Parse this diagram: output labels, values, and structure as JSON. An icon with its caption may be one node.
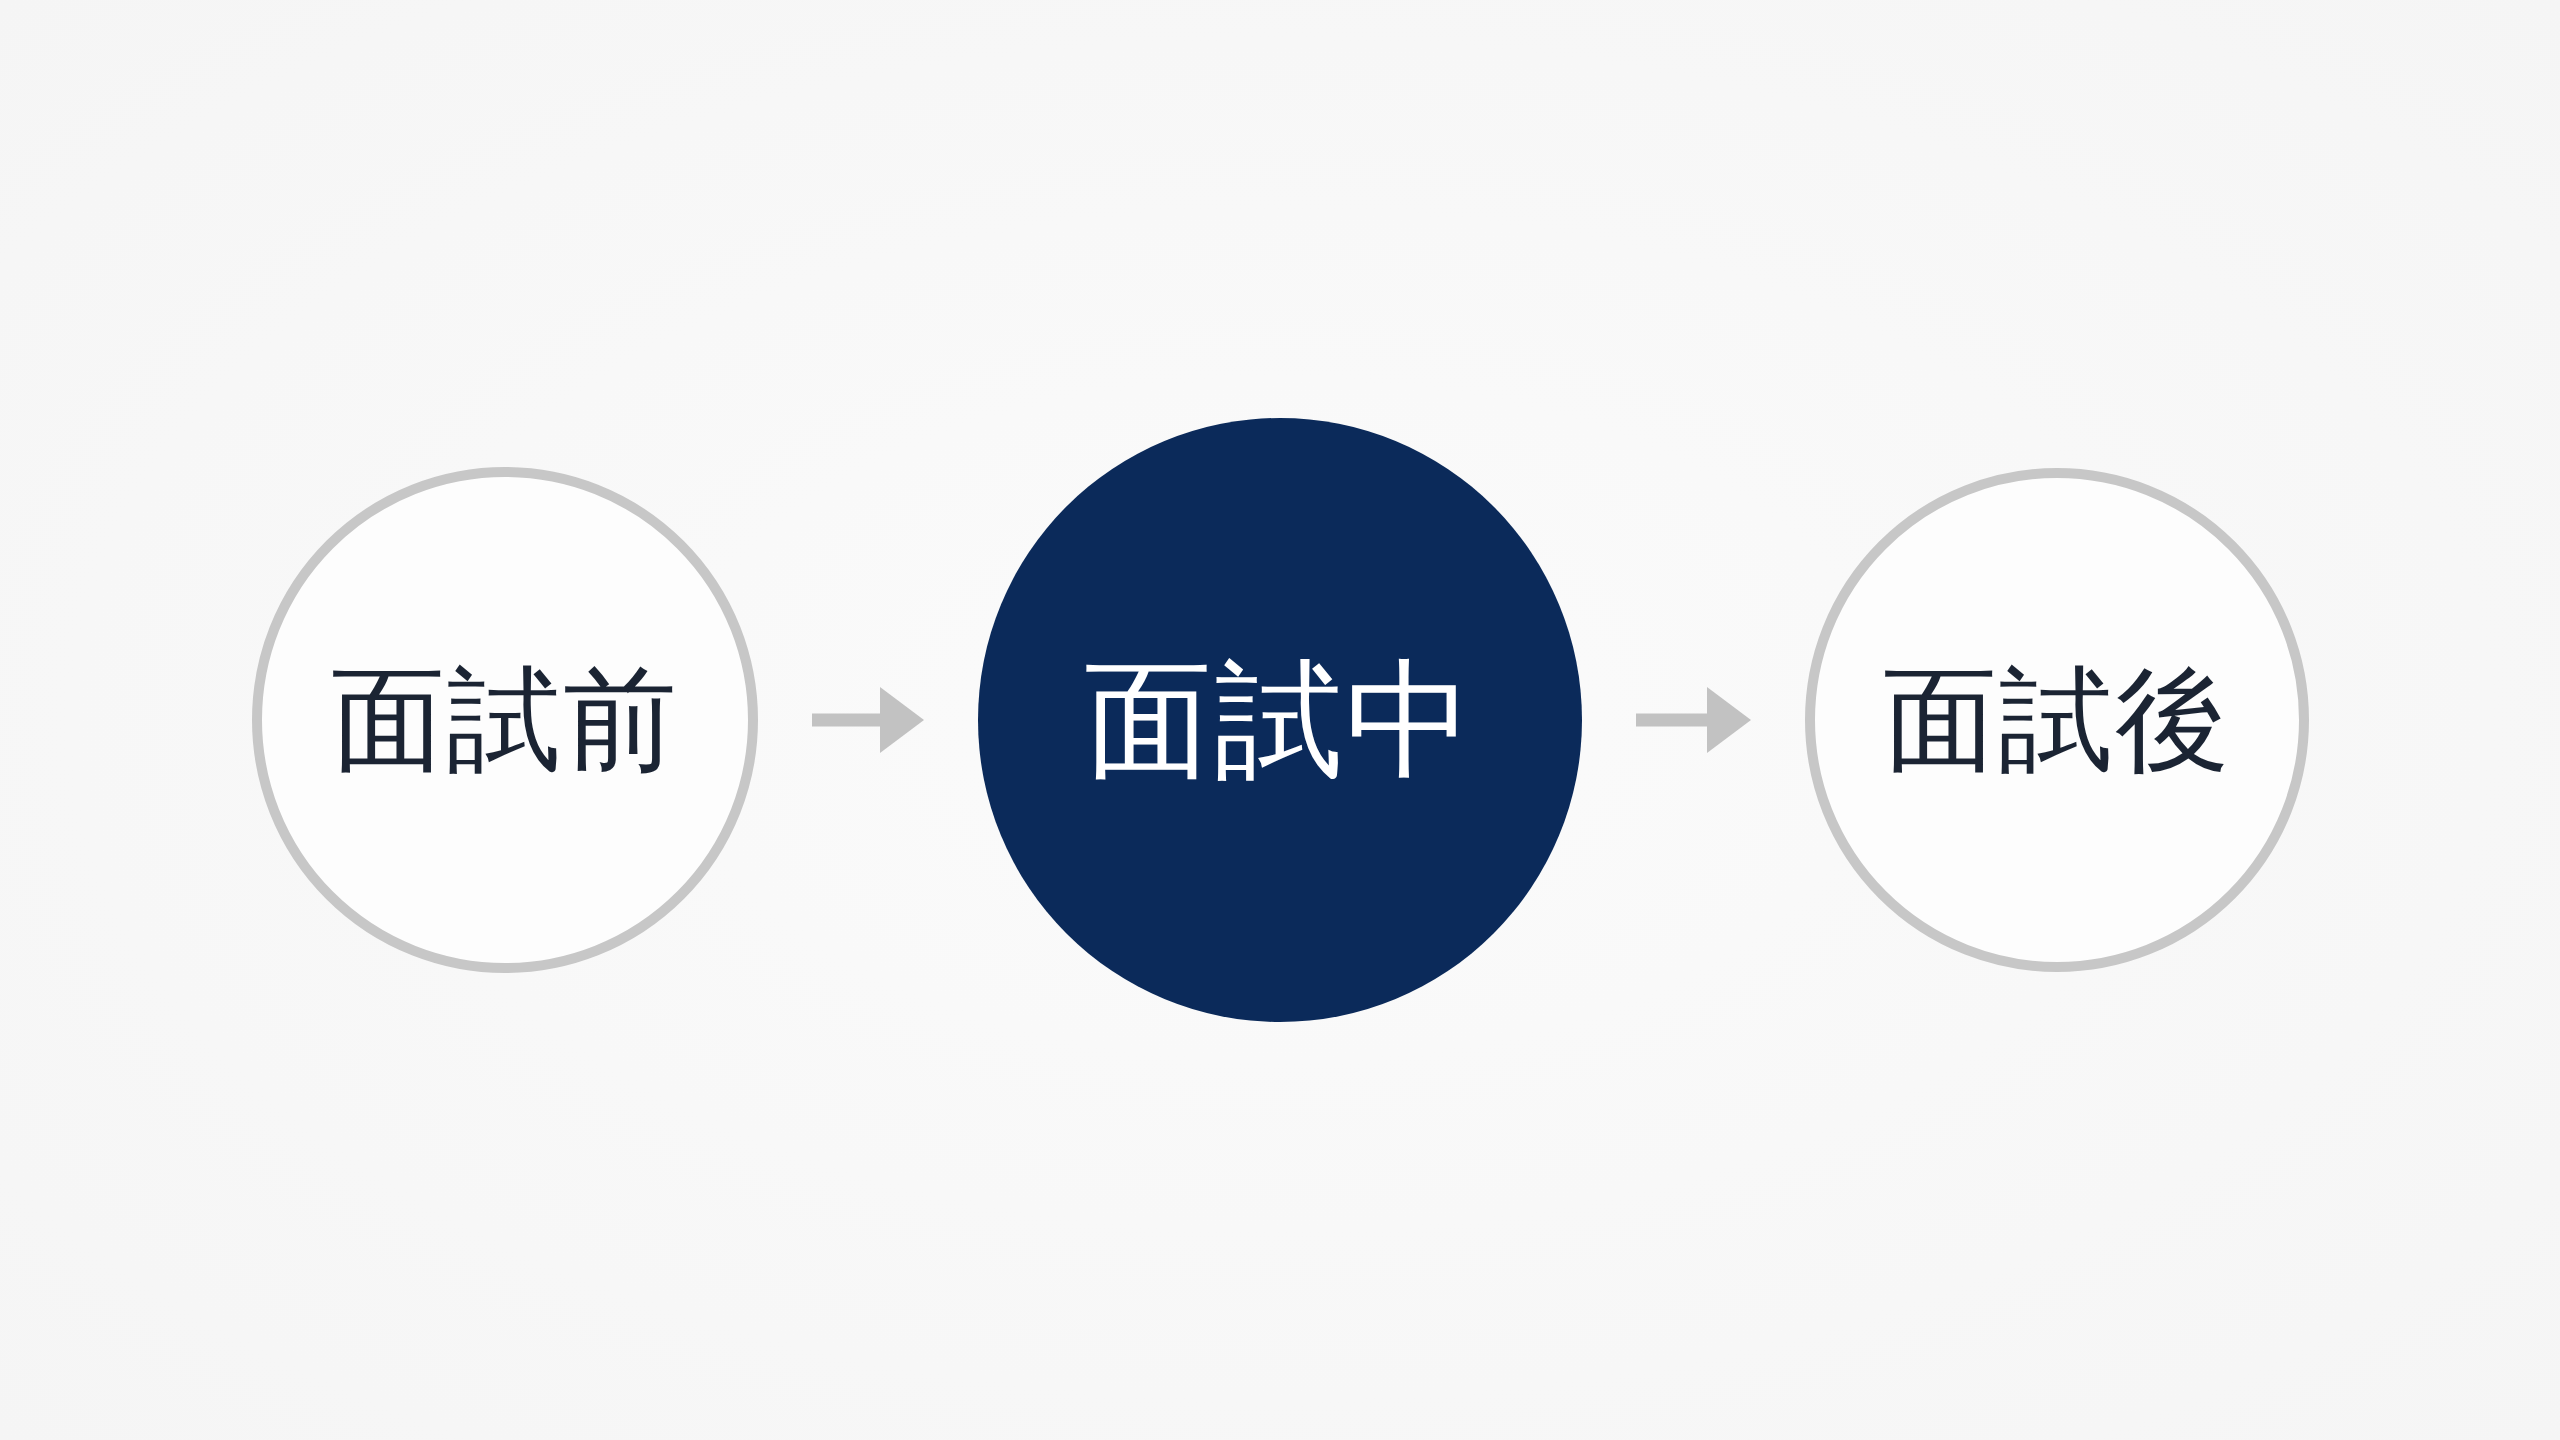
{
  "diagram": {
    "nodes": [
      {
        "text": [
          "面試前"
        ]
      },
      {
        "text": [
          "面試中"
        ]
      },
      {
        "text": [
          "面試後"
        ]
      }
    ],
    "edges": [
      {
        "from": 0,
        "to": 1,
        "arrow": "to"
      },
      {
        "from": 1,
        "to": 2,
        "arrow": "to"
      }
    ]
  }
}
